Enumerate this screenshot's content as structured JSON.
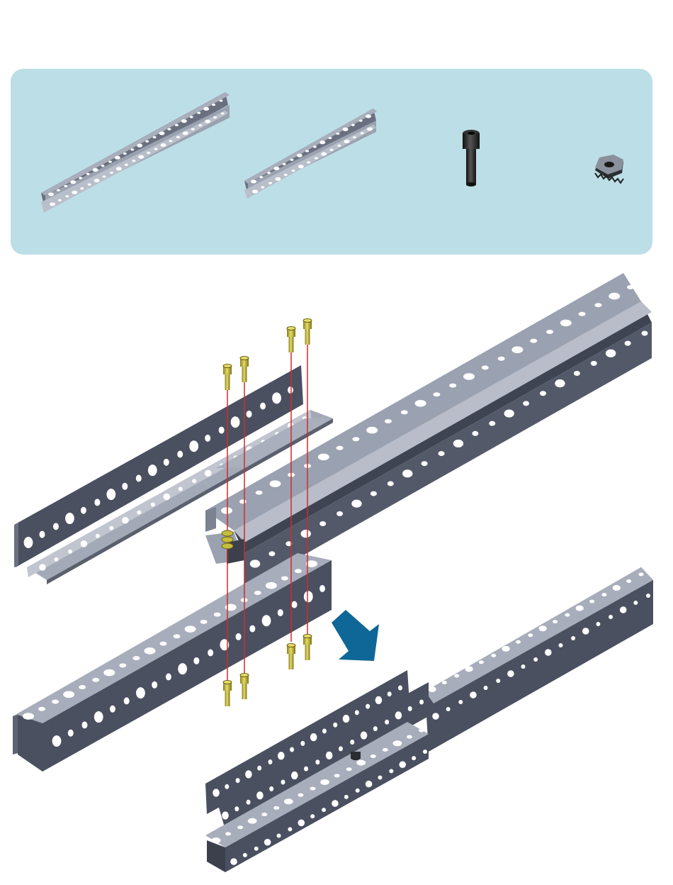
{
  "parts_panel": {
    "background": "#bcdee7",
    "parts": [
      {
        "name": "long-c-channel",
        "icon": "c-channel-long-icon"
      },
      {
        "name": "short-c-channel",
        "icon": "c-channel-short-icon"
      },
      {
        "name": "socket-head-screw",
        "icon": "screw-icon"
      },
      {
        "name": "keps-nut",
        "icon": "nut-icon"
      }
    ]
  },
  "assembly": {
    "metal_color": "#8f96a6",
    "metal_dark": "#4a505e",
    "hole_color": "#ffffff",
    "screw_color": "#c7bd3d",
    "guide_line_color": "#d22a2a",
    "arrow_color": "#0f6797"
  }
}
